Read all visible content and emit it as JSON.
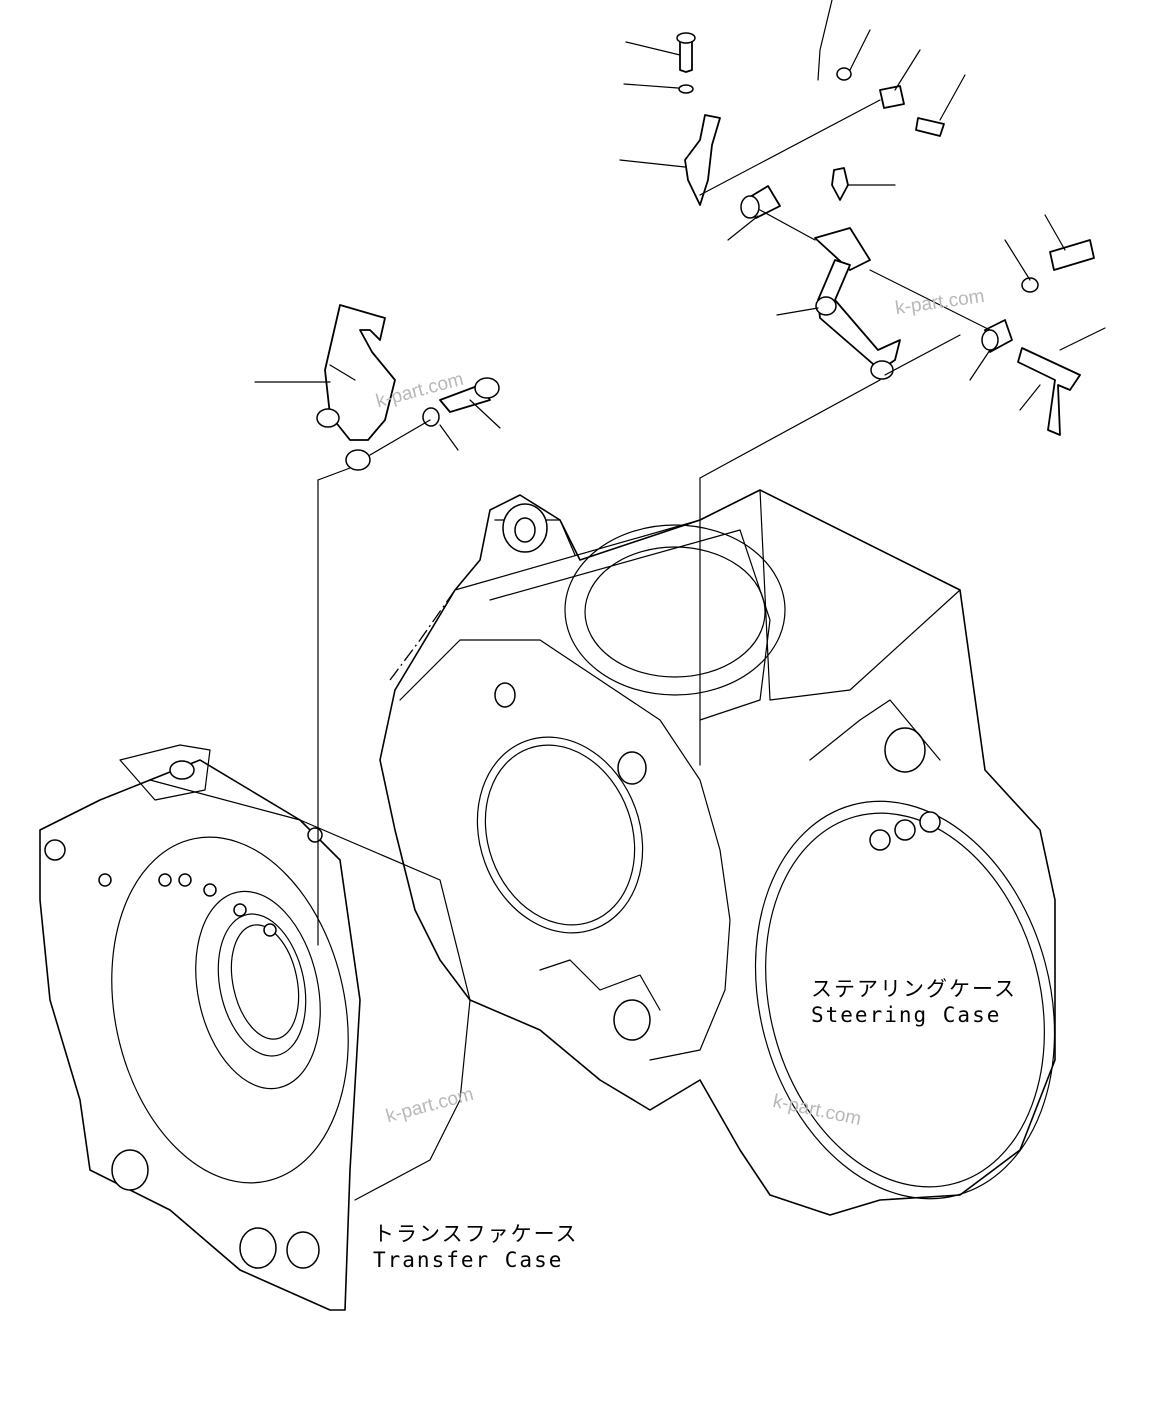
{
  "labels": {
    "steering_case_jp": "ステアリングケース",
    "steering_case_en": "Steering Case",
    "transfer_case_jp": "トランスファケース",
    "transfer_case_en": "Transfer Case"
  },
  "watermarks": [
    "k-part.com",
    "k-part.com",
    "k-part.com",
    "k-part.com"
  ],
  "colors": {
    "line": "#000000",
    "watermark": "#b8b8b8",
    "background": "#ffffff"
  }
}
